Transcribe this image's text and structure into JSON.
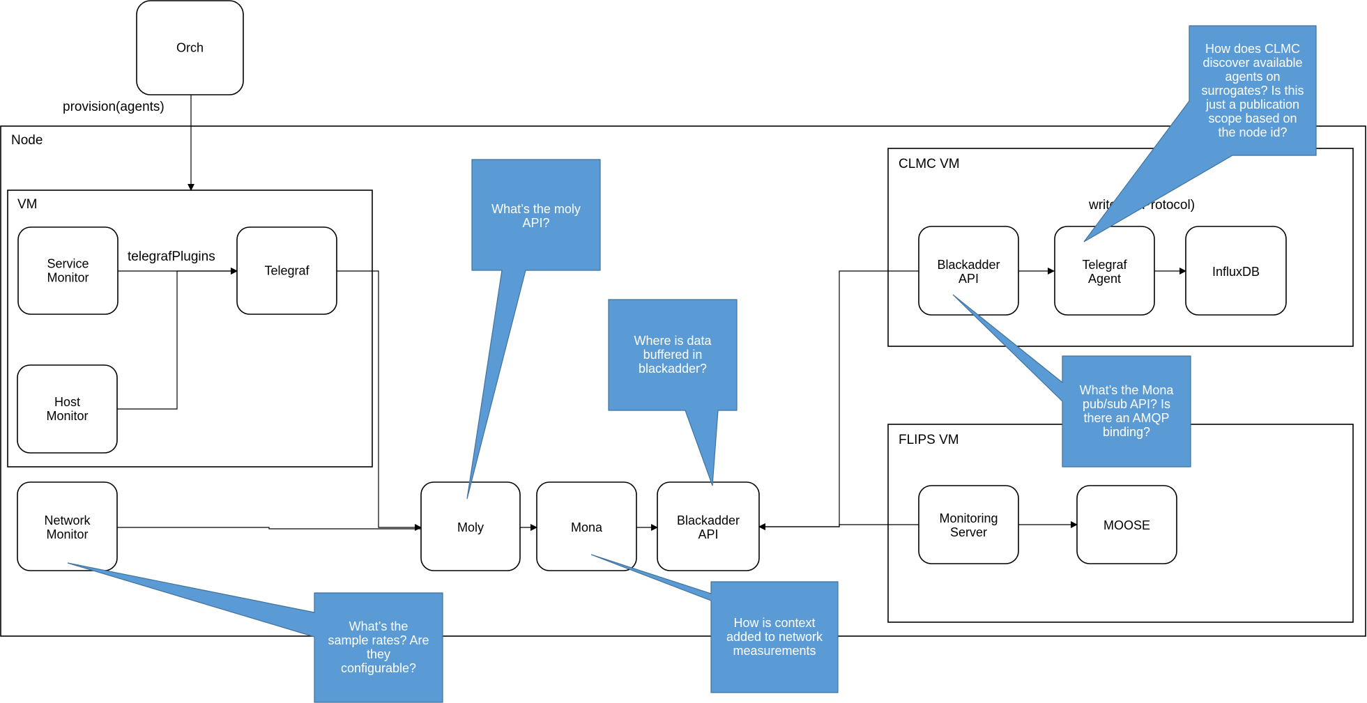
{
  "containers": {
    "node": "Node",
    "vm": "VM",
    "clmc_vm": "CLMC VM",
    "flips_vm": "FLIPS VM"
  },
  "nodes": {
    "orch": [
      "Orch"
    ],
    "service_monitor": [
      "Service",
      "Monitor"
    ],
    "host_monitor": [
      "Host",
      "Monitor"
    ],
    "telegraf": [
      "Telegraf"
    ],
    "network_monitor": [
      "Network",
      "Monitor"
    ],
    "moly": [
      "Moly"
    ],
    "mona": [
      "Mona"
    ],
    "blackadder_api_node": [
      "Blackadder",
      "API"
    ],
    "clmc_blackadder_api": [
      "Blackadder",
      "API"
    ],
    "telegraf_agent": [
      "Telegraf",
      "Agent"
    ],
    "influxdb": [
      "InfluxDB"
    ],
    "monitoring_server": [
      "Monitoring",
      "Server"
    ],
    "moose": [
      "MOOSE"
    ]
  },
  "edge_labels": {
    "provision": "provision(agents)",
    "telegraf_plugins": "telegrafPlugins",
    "write": "write(lineProtocol)"
  },
  "callouts": {
    "clmc_discover": [
      "How does CLMC",
      "discover available",
      "agents on",
      "surrogates? Is this",
      "just a publication",
      "scope based on",
      "the node id?"
    ],
    "moly_api": [
      "What’s the moly",
      "API?"
    ],
    "blackadder_buffer": [
      "Where is data",
      "buffered in",
      "blackadder?"
    ],
    "mona_pubsub": [
      "What’s the Mona",
      "pub/sub API? Is",
      "there an AMQP",
      "binding?"
    ],
    "sample_rates": [
      "What’s the",
      "sample rates? Are",
      "they",
      "configurable?"
    ],
    "context": [
      "How is context",
      "added to network",
      "measurements"
    ]
  },
  "colors": {
    "callout_fill": "#5b9bd5",
    "callout_border": "#41719c"
  }
}
